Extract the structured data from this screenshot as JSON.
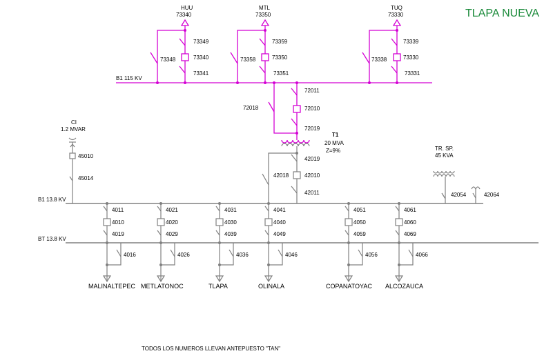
{
  "title": "TLAPA NUEVA",
  "colors": {
    "title": "#1a8a3a",
    "hv": "#d400d4",
    "lv": "#808080"
  },
  "hv_bus_label": "B1 115 KV",
  "lines": [
    {
      "name": "HUU",
      "id": "73340",
      "bypass": "73348",
      "top_switch": "73349",
      "breaker": "73340",
      "bottom_switch": "73341"
    },
    {
      "name": "MTL",
      "id": "73350",
      "bypass": "73358",
      "top_switch": "73359",
      "breaker": "73350",
      "bottom_switch": "73351"
    },
    {
      "name": "TUQ",
      "id": "73330",
      "bypass": "73338",
      "top_switch": "73339",
      "breaker": "73330",
      "bottom_switch": "73331"
    }
  ],
  "transformer_hv": {
    "bypass": "72018",
    "top_switch": "72011",
    "breaker": "72010",
    "bottom_switch": "72019"
  },
  "transformer": {
    "name": "T1",
    "rating": "20 MVA",
    "impedance": "Z=9%"
  },
  "transformer_lv": {
    "top_switch": "42019",
    "bypass": "42018",
    "breaker": "42010",
    "bottom_switch": "42011"
  },
  "capacitor": {
    "name": "CI",
    "rating": "1.2 MVAR",
    "breaker": "45010",
    "switch": "45014"
  },
  "aux_transformer": {
    "name": "TR. SP.",
    "rating": "45 KVA",
    "switch": "42054",
    "switch2": "42064"
  },
  "mv_bus_label": "B1 13.8 KV",
  "transfer_bus_label": "BT 13.8 KV",
  "feeders": [
    {
      "name": "MALINALTEPEC",
      "top": "4011",
      "breaker": "4010",
      "bottom": "4019",
      "bypass": "4016"
    },
    {
      "name": "METLATONOC",
      "top": "4021",
      "breaker": "4020",
      "bottom": "4029",
      "bypass": "4026"
    },
    {
      "name": "TLAPA",
      "top": "4031",
      "breaker": "4030",
      "bottom": "4039",
      "bypass": "4036"
    },
    {
      "name": "OLINALA",
      "top": "4041",
      "breaker": "4040",
      "bottom": "4049",
      "bypass": "4046"
    },
    {
      "name": "COPANATOYAC",
      "top": "4051",
      "breaker": "4050",
      "bottom": "4059",
      "bypass": "4056"
    },
    {
      "name": "ALCOZAUCA",
      "top": "4061",
      "breaker": "4060",
      "bottom": "4069",
      "bypass": "4066"
    }
  ],
  "footnote": "TODOS LOS NUMEROS LLEVAN ANTEPUESTO \"TAN\""
}
